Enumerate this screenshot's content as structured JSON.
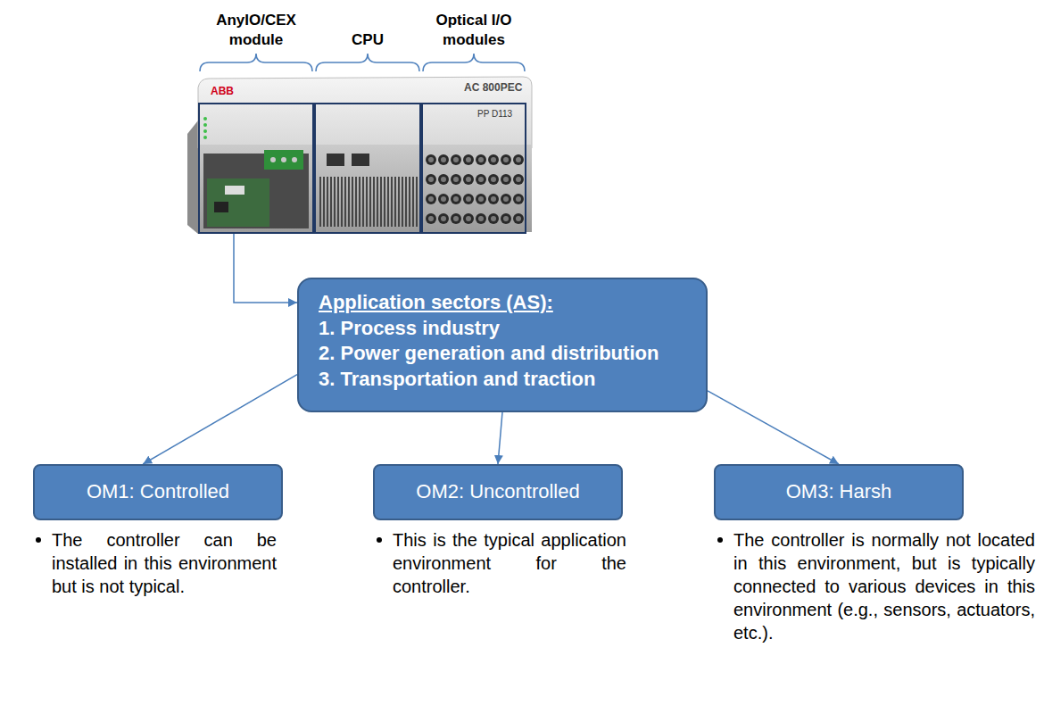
{
  "diagram": {
    "nodes": [
      {
        "text": [
          "AnyIO/CEX module"
        ]
      },
      {
        "text": [
          "CPU"
        ]
      },
      {
        "text": [
          "Optical I/O modules"
        ]
      },
      {
        "text": [
          "Application sectors (AS):",
          "1. Process industry",
          "2. Power generation and distribution",
          "3. Transportation and traction"
        ]
      },
      {
        "text": [
          "OM1: Controlled"
        ]
      },
      {
        "text": [
          "OM2: Uncontrolled"
        ]
      },
      {
        "text": [
          "OM3: Harsh"
        ]
      }
    ],
    "edges": [
      {
        "from": 0,
        "to": 3,
        "arrow": "to"
      },
      {
        "from": 3,
        "to": 4,
        "arrow": "to"
      },
      {
        "from": 3,
        "to": 5,
        "arrow": "to"
      },
      {
        "from": 3,
        "to": 6,
        "arrow": "to"
      }
    ],
    "labels": [
      "ABB",
      "AC 800PEC",
      "PP D113",
      "The controller can be installed in this environment but is not typical.",
      "This is the typical application environment for the controller.",
      "The controller is normally not located in this environment, but is typically connected to various devices in this environment (e.g., sensors, actuators, etc.)."
    ]
  }
}
